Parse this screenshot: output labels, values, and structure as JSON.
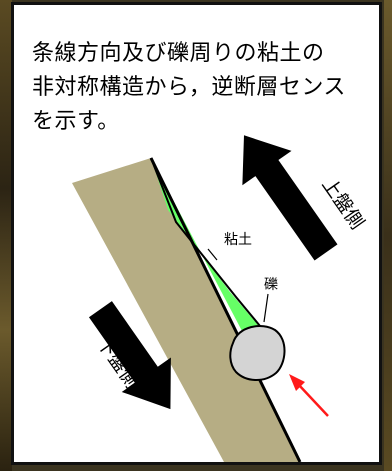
{
  "caption_lines": [
    "条線方向及び礫周りの粘土の",
    "非対称構造から，逆断層センス",
    "を示す。"
  ],
  "labels": {
    "clay": "粘土",
    "gravel": "礫",
    "hanging_wall": "上盤側",
    "footwall": "下盤側"
  },
  "colors": {
    "rock": "#b6ad84",
    "clay": "#66ff66",
    "gravel": "#d4d4d4",
    "arrow": "#000000",
    "indicator_arrow": "#ff1a1a"
  }
}
